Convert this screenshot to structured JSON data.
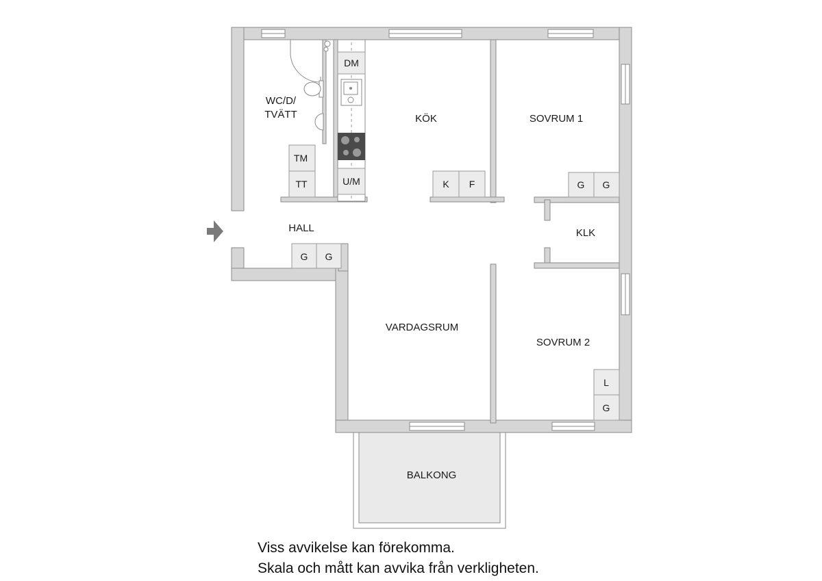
{
  "rooms": {
    "wc": [
      "WC/D/",
      "TVÄTT"
    ],
    "kok": "KÖK",
    "sovrum1": "SOVRUM 1",
    "hall": "HALL",
    "klk": "KLK",
    "vardagsrum": "VARDAGSRUM",
    "sovrum2": "SOVRUM 2",
    "balkong": "BALKONG"
  },
  "fixtures": {
    "dm": "DM",
    "um": "U/M",
    "tm": "TM",
    "tt": "TT",
    "kok_k": "K",
    "kok_f": "F",
    "sovrum1_g1": "G",
    "sovrum1_g2": "G",
    "hall_g1": "G",
    "hall_g2": "G",
    "sovrum2_l": "L",
    "sovrum2_g": "G"
  },
  "disclaimer": [
    "Viss avvikelse kan förekomma.",
    "Skala och mått kan avvika från verkligheten."
  ]
}
